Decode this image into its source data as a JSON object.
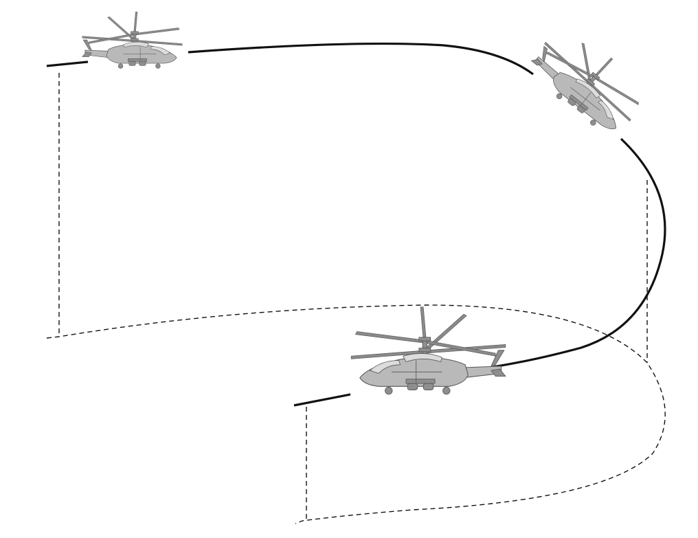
{
  "diagram": {
    "description_items": [
      {
        "kind": "flight-path",
        "style": "solid"
      },
      {
        "kind": "ground-projection",
        "style": "dashed"
      },
      {
        "kind": "helicopter",
        "phase": "entry"
      },
      {
        "kind": "helicopter",
        "phase": "climbing-turn"
      },
      {
        "kind": "helicopter",
        "phase": "exit"
      }
    ],
    "colors": {
      "background": "#ffffff",
      "path": "#111111",
      "body": "#b9b9b9",
      "body_dark": "#8e8e8e",
      "body_light": "#dcdcdc",
      "rotor": "#8a8a8a",
      "outline": "#555555"
    },
    "icons": [
      "helicopter-icon"
    ]
  }
}
